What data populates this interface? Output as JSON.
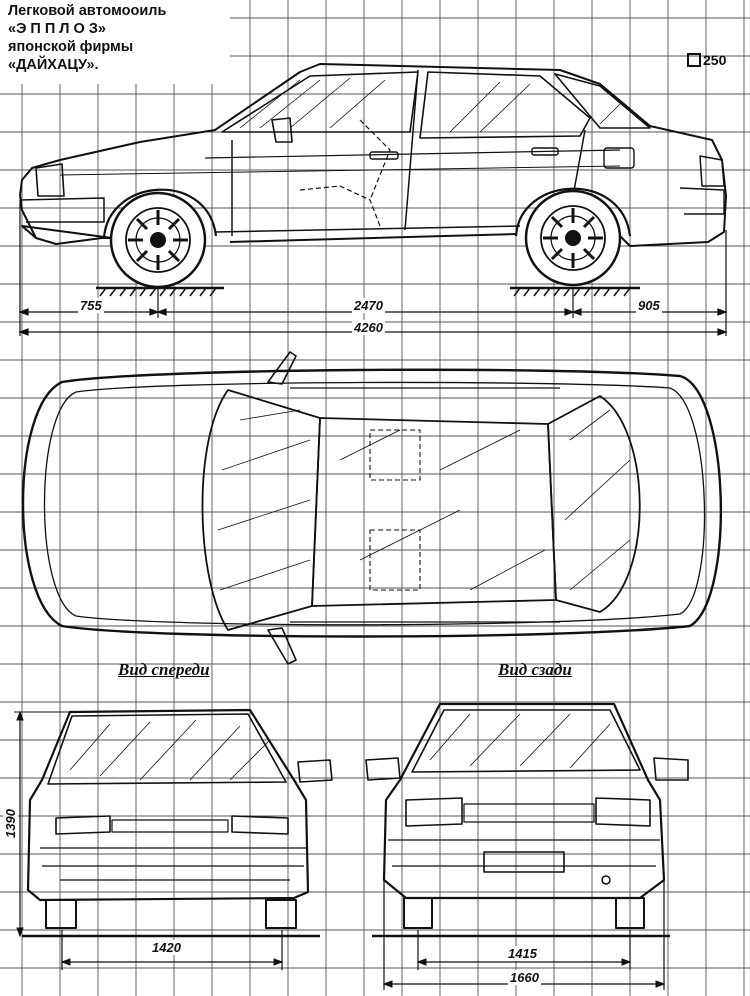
{
  "title": {
    "line1": "Легковой автомооиль",
    "line2": "«Э П П Л О З»",
    "line3": "японской фирмы",
    "line4": "«ДАЙХАЦУ»."
  },
  "scale": "250",
  "views": {
    "front_label": "Вид спереди",
    "rear_label": "Вид сзади"
  },
  "dimensions": {
    "front_overhang": "755",
    "wheelbase": "2470",
    "rear_overhang": "905",
    "length": "4260",
    "height": "1390",
    "front_track": "1420",
    "rear_track": "1415",
    "width": "1660"
  }
}
